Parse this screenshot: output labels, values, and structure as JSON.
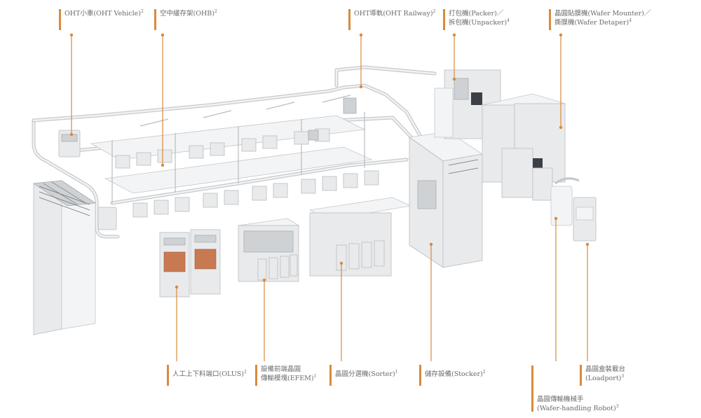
{
  "labels": {
    "oht_vehicle": {
      "text": "OHT小車(OHT Vehicle)",
      "sup": "2"
    },
    "ohb": {
      "text": "空中緩存架(OHB)",
      "sup": "2"
    },
    "oht_railway": {
      "text": "OHT導軌(OHT Railway)",
      "sup": "2"
    },
    "packer_line1": {
      "text": "打包機(Packer)／",
      "sup": ""
    },
    "packer_line2": {
      "text": "拆包機(Unpacker)",
      "sup": "4"
    },
    "mounter_line1": {
      "text": "晶圓貼膜機(Wafer Mounter)／",
      "sup": ""
    },
    "mounter_line2": {
      "text": "撕膜機(Wafer Detaper)",
      "sup": "4"
    },
    "olus": {
      "text": "人工上下料端口(OLUS)",
      "sup": "2"
    },
    "efem_line1": {
      "text": "設備前端晶圓",
      "sup": ""
    },
    "efem_line2": {
      "text": "傳輸模塊(EFEM)",
      "sup": "1"
    },
    "sorter": {
      "text": "晶圓分選機(Sorter)",
      "sup": "1"
    },
    "stocker": {
      "text": "儲存設備(Stocker)",
      "sup": "2"
    },
    "robot_line1": {
      "text": "晶圓傳輸機械手",
      "sup": ""
    },
    "robot_line2": {
      "text": "(Wafer-handling Robot)",
      "sup": "3"
    },
    "loadport_line1": {
      "text": "晶圓盒裝載台",
      "sup": ""
    },
    "loadport_line2": {
      "text": "(Loadport)",
      "sup": "3"
    }
  },
  "colors": {
    "accent": "#d98a3a",
    "label_text": "#6a6a6a",
    "equipment": "#e9eaeb"
  }
}
